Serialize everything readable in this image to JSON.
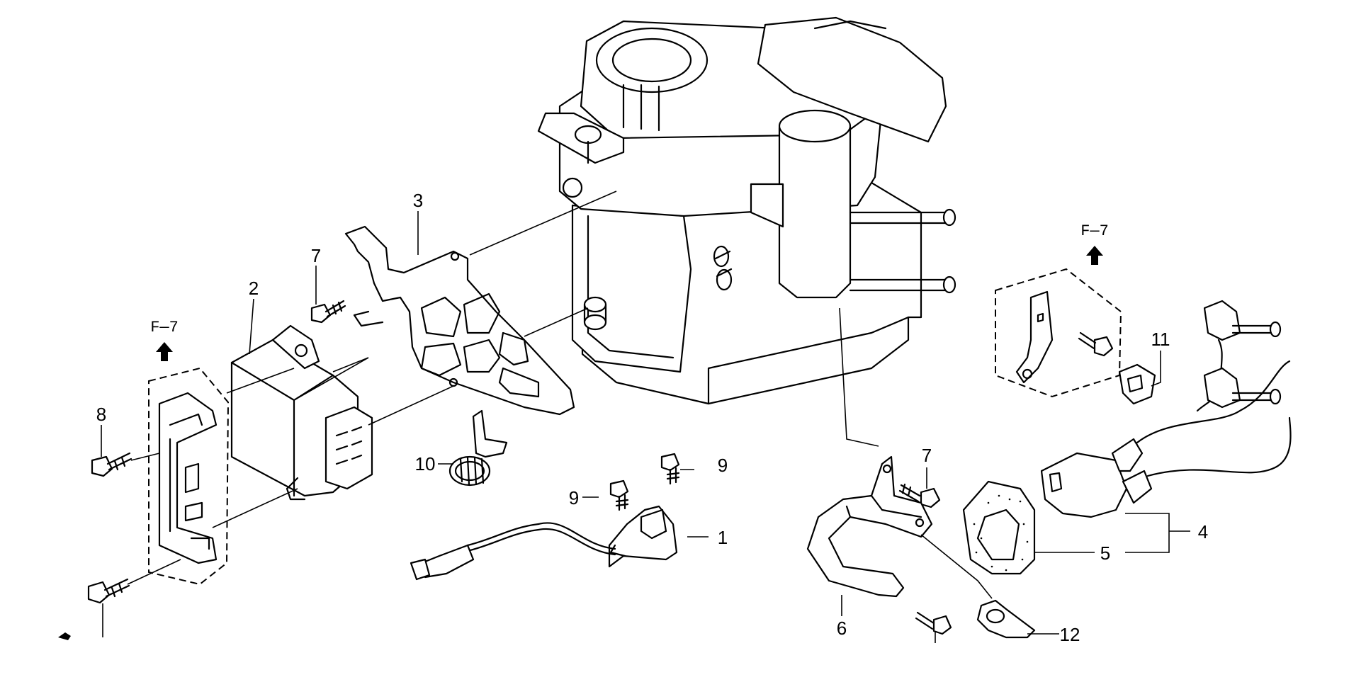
{
  "callouts": {
    "c1": "1",
    "c2": "2",
    "c3": "3",
    "c4": "4",
    "c5": "5",
    "c6": "6",
    "c7a": "7",
    "c7b": "7",
    "c8": "8",
    "c9a": "9",
    "c9b": "9",
    "c10": "10",
    "c11": "11",
    "c12": "12"
  },
  "refs": {
    "left": "F—7",
    "right": "F—7"
  },
  "colors": {
    "line": "#000000",
    "background": "#ffffff"
  }
}
